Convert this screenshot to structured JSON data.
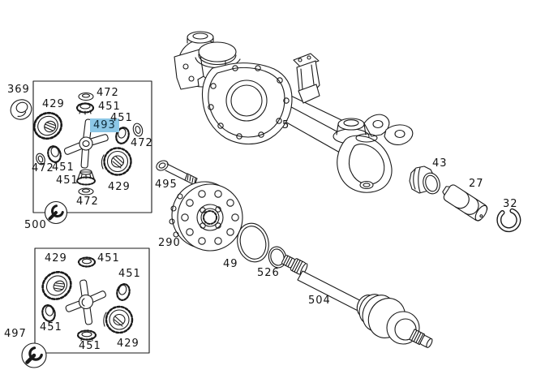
{
  "diagram": {
    "type": "parts-diagram",
    "description": "Front axle exploded parts diagram with differential repair kits",
    "background": "#ffffff",
    "line_color": "#1a1a1a",
    "highlight_color": "#8cc7e6",
    "selected_part": "493",
    "icons": {
      "repair_kit_badge": "wrench-icon"
    }
  },
  "labels": [
    {
      "part": "369",
      "text": "369",
      "highlighted": false
    },
    {
      "part": "472",
      "text": "472",
      "highlighted": false
    },
    {
      "part": "451",
      "text": "451",
      "highlighted": false
    },
    {
      "part": "429",
      "text": "429",
      "highlighted": false
    },
    {
      "part": "493",
      "text": "493",
      "highlighted": true
    },
    {
      "part": "451",
      "text": "451",
      "highlighted": false
    },
    {
      "part": "472",
      "text": "472",
      "highlighted": false
    },
    {
      "part": "472",
      "text": "472",
      "highlighted": false
    },
    {
      "part": "451",
      "text": "451",
      "highlighted": false
    },
    {
      "part": "451",
      "text": "451",
      "highlighted": false
    },
    {
      "part": "429",
      "text": "429",
      "highlighted": false
    },
    {
      "part": "472",
      "text": "472",
      "highlighted": false
    },
    {
      "part": "500",
      "text": "500",
      "highlighted": false
    },
    {
      "part": "497",
      "text": "497",
      "highlighted": false
    },
    {
      "part": "429",
      "text": "429",
      "highlighted": false
    },
    {
      "part": "451",
      "text": "451",
      "highlighted": false
    },
    {
      "part": "451",
      "text": "451",
      "highlighted": false
    },
    {
      "part": "451",
      "text": "451",
      "highlighted": false
    },
    {
      "part": "451",
      "text": "451",
      "highlighted": false
    },
    {
      "part": "429",
      "text": "429",
      "highlighted": false
    },
    {
      "part": "495",
      "text": "495",
      "highlighted": false
    },
    {
      "part": "290",
      "text": "290",
      "highlighted": false
    },
    {
      "part": "49",
      "text": "49",
      "highlighted": false
    },
    {
      "part": "526",
      "text": "526",
      "highlighted": false
    },
    {
      "part": "5",
      "text": "5",
      "highlighted": false
    },
    {
      "part": "504",
      "text": "504",
      "highlighted": false
    },
    {
      "part": "43",
      "text": "43",
      "highlighted": false
    },
    {
      "part": "27",
      "text": "27",
      "highlighted": false
    },
    {
      "part": "32",
      "text": "32",
      "highlighted": false
    }
  ]
}
